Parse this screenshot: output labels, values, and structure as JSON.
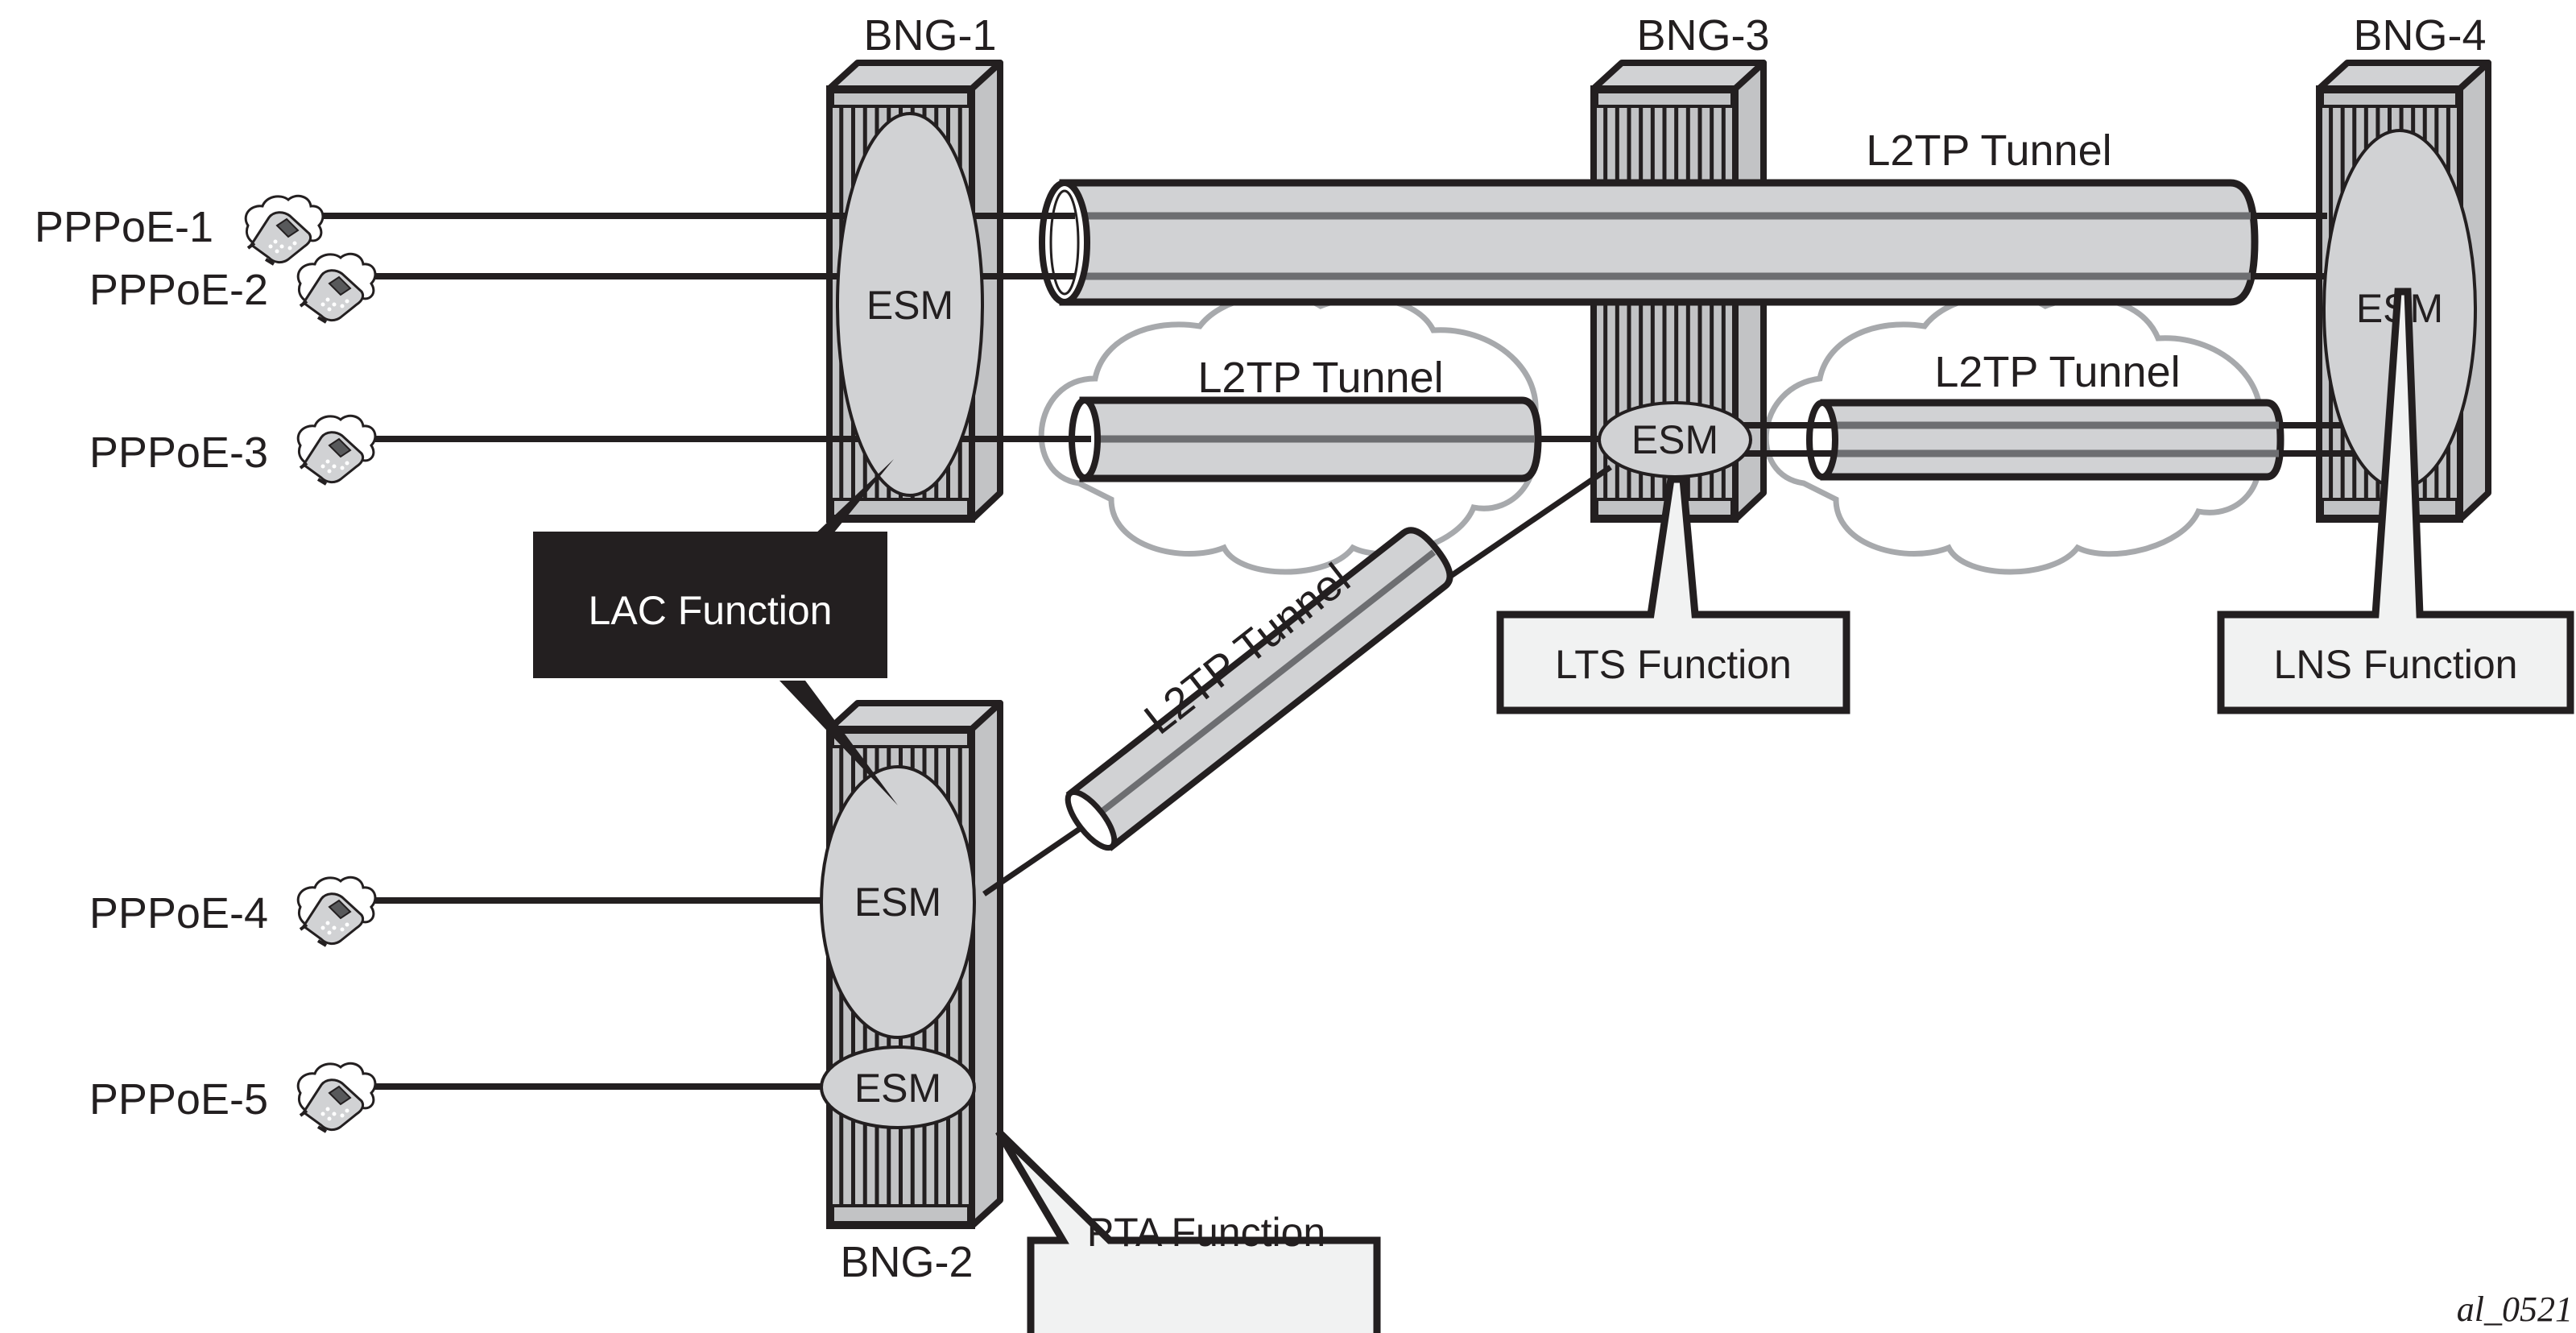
{
  "diagram": {
    "reference_id": "al_0521",
    "nodes": {
      "bng1": {
        "label": "BNG-1",
        "esm": [
          "ESM"
        ]
      },
      "bng2": {
        "label": "BNG-2",
        "esm": [
          "ESM",
          "ESM"
        ]
      },
      "bng3": {
        "label": "BNG-3",
        "esm": [
          "ESM"
        ]
      },
      "bng4": {
        "label": "BNG-4",
        "esm": [
          "ESM"
        ]
      }
    },
    "subscribers": [
      {
        "label": "PPPoE-1",
        "icon": "phone-cloud-icon"
      },
      {
        "label": "PPPoE-2",
        "icon": "phone-cloud-icon"
      },
      {
        "label": "PPPoE-3",
        "icon": "phone-cloud-icon"
      },
      {
        "label": "PPPoE-4",
        "icon": "phone-cloud-icon"
      },
      {
        "label": "PPPoE-5",
        "icon": "phone-cloud-icon"
      }
    ],
    "tunnels": [
      {
        "label": "L2TP Tunnel",
        "from": "BNG-1",
        "to": "BNG-4"
      },
      {
        "label": "L2TP Tunnel",
        "from": "BNG-1",
        "to": "BNG-3"
      },
      {
        "label": "L2TP Tunnel",
        "from": "BNG-3",
        "to": "BNG-4"
      },
      {
        "label": "L2TP Tunnel",
        "from": "BNG-2",
        "to": "BNG-3"
      }
    ],
    "callouts": {
      "lac": "LAC Function",
      "lts": "LTS Function",
      "lns": "LNS Function",
      "pta": "PTA Function"
    },
    "colors": {
      "outline": "#231f20",
      "device_fill": "#c2c3c5",
      "esm_fill": "#d1d2d4",
      "tunnel_fill": "#d1d2d4",
      "tunnel_core": "#6d6e71",
      "cloud_stroke": "#a7a9ac",
      "callout_fill": "#f1f2f2",
      "lac_fill": "#231f20"
    }
  }
}
